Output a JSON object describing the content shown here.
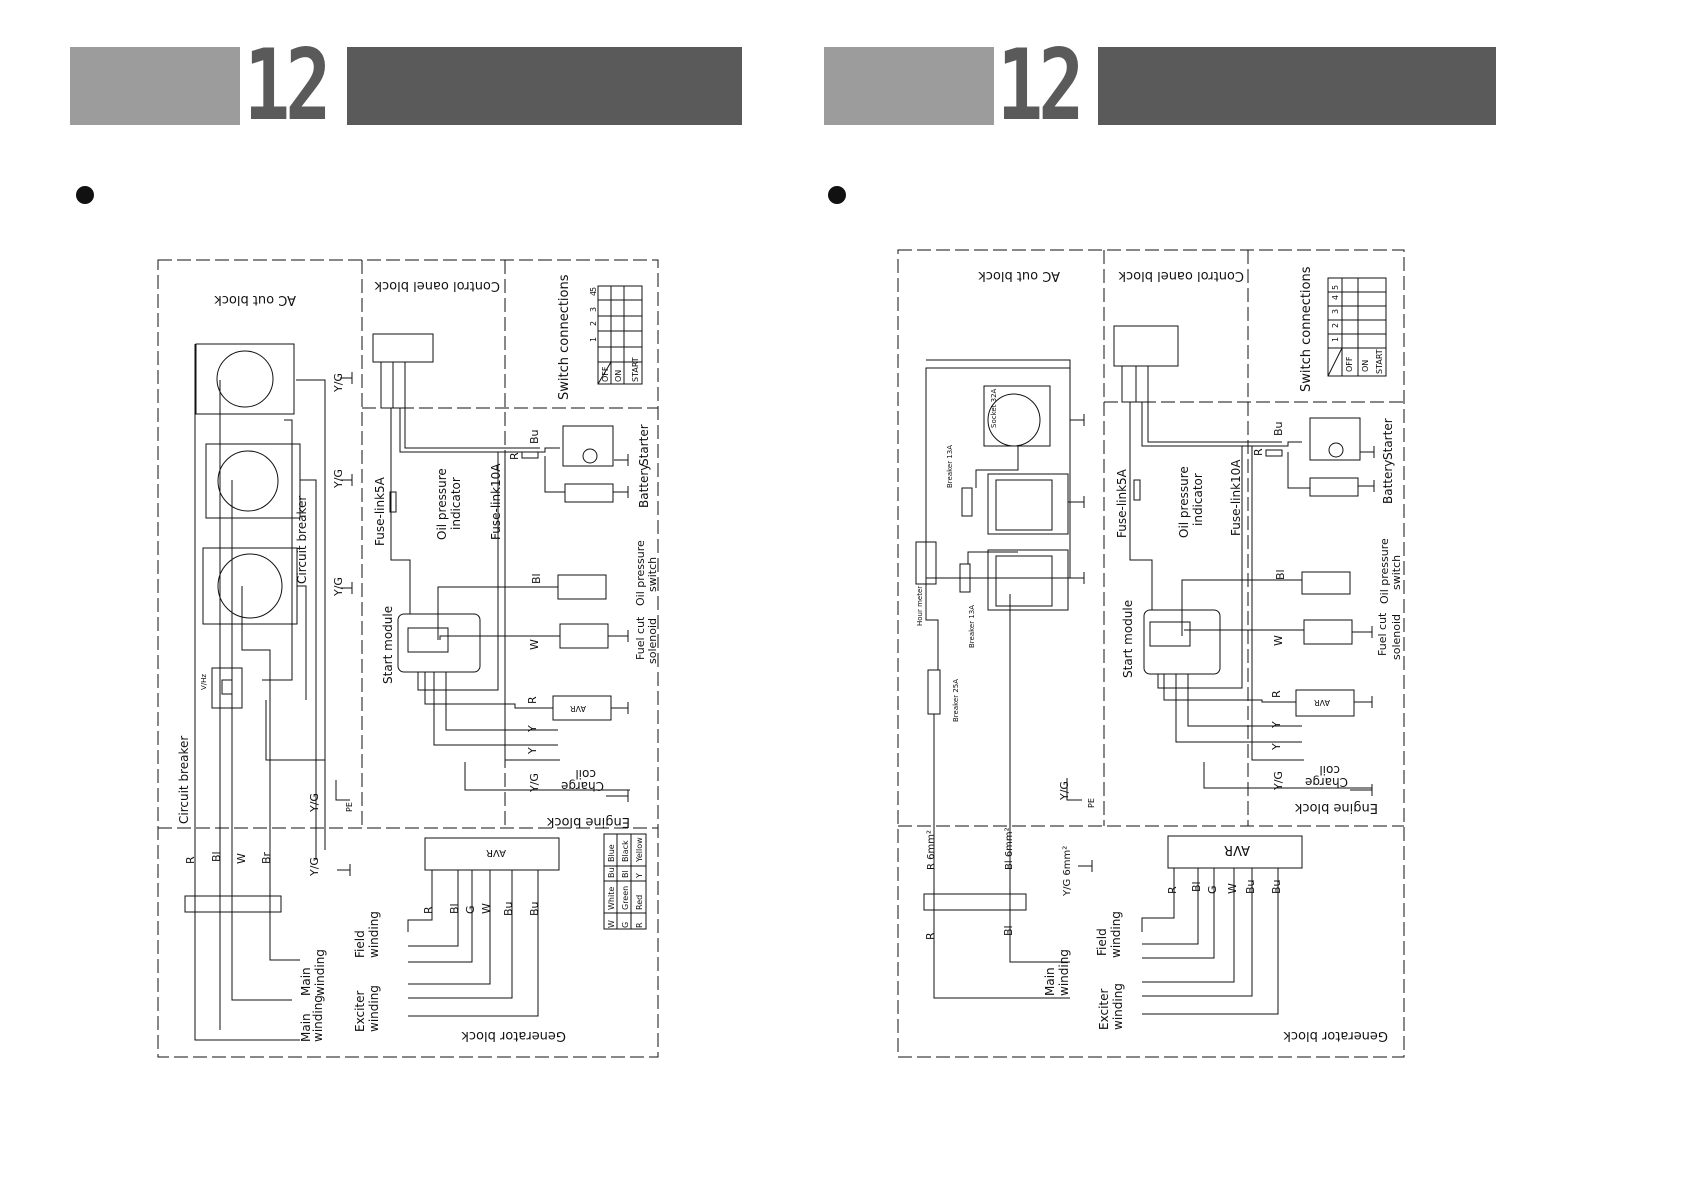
{
  "pages": [
    {
      "chapter": "12",
      "blocks": {
        "ac_out": "AC out block",
        "control_panel": "Control oanel block",
        "switch": "Switch connections",
        "engine": "Engine block",
        "generator": "Generator block"
      },
      "switch_table": {
        "headers": [
          "1",
          "2",
          "3",
          "4",
          "5"
        ],
        "rows": [
          "OFF",
          "ON",
          "START"
        ]
      },
      "components": {
        "fuse5": "Fuse-link5A",
        "fuse10": "Fuse-link10A",
        "oil_indicator_1": "Oil pressure",
        "oil_indicator_2": "indicator",
        "battery": "Battery",
        "starter": "Starter",
        "oil_switch_1": "Oil pressure",
        "oil_switch_2": "switch",
        "start_module": "Start module",
        "fuel_cut_1": "Fuel cut",
        "fuel_cut_2": "solenoid",
        "avr": "AVR",
        "charge_coil_1": "Charge",
        "charge_coil_2": "coil",
        "circuit_breaker": "Circuit breaker",
        "circuit_breaker_2": "Circuit breaker",
        "meter": "V/Hz",
        "pe": "PE",
        "field_winding_1": "Field",
        "field_winding_2": "winding",
        "main_winding_1": "Main",
        "main_winding_2": "winding",
        "main_winding_b1": "Main",
        "main_winding_b2": "winding",
        "exciter_winding_1": "Exciter",
        "exciter_winding_2": "winding"
      },
      "wire_labels": {
        "yg": "Y/G",
        "bu": "Bu",
        "r": "R",
        "bl": "Bl",
        "w": "W",
        "y": "Y",
        "br": "Br",
        "g": "G"
      },
      "legend": [
        {
          "code": "W",
          "name": "White"
        },
        {
          "code": "G",
          "name": "Green"
        },
        {
          "code": "R",
          "name": "Red"
        },
        {
          "code": "Bu",
          "name": "Blue"
        },
        {
          "code": "Bl",
          "name": "Black"
        },
        {
          "code": "Y",
          "name": "Yellow"
        }
      ]
    },
    {
      "chapter": "12",
      "blocks": {
        "ac_out": "AC out block",
        "control_panel": "Control oanel block",
        "switch": "Switch connections",
        "engine": "Engine block",
        "generator": "Generator block"
      },
      "switch_table": {
        "headers": [
          "1",
          "2",
          "3",
          "4",
          "5"
        ],
        "rows": [
          "OFF",
          "ON",
          "START"
        ]
      },
      "components": {
        "socket32": "Socket 32A",
        "breaker13a": "Breaker 13A",
        "breaker13b": "Breaker 13A",
        "breaker25": "Breaker 25A",
        "hour_meter": "Hour meter",
        "fuse5": "Fuse-link5A",
        "fuse10": "Fuse-link10A",
        "oil_indicator_1": "Oil pressure",
        "oil_indicator_2": "indicator",
        "battery": "Battery",
        "starter": "Starter",
        "oil_switch_1": "Oil pressure",
        "oil_switch_2": "switch",
        "start_module": "Start module",
        "fuel_cut_1": "Fuel cut",
        "fuel_cut_2": "solenoid",
        "avr": "AVR",
        "charge_coil_1": "Charge",
        "charge_coil_2": "coil",
        "pe": "PE",
        "field_winding_1": "Field",
        "field_winding_2": "winding",
        "main_winding_1": "Main",
        "main_winding_2": "winding",
        "exciter_winding_1": "Exciter",
        "exciter_winding_2": "winding",
        "r6": "R  6mm²",
        "bl6": "Bl  6mm²",
        "yg6": "Y/G   6mm²"
      },
      "wire_labels": {
        "yg": "Y/G",
        "bu": "Bu",
        "r": "R",
        "bl": "Bl",
        "w": "W",
        "y": "Y",
        "g": "G"
      }
    }
  ]
}
